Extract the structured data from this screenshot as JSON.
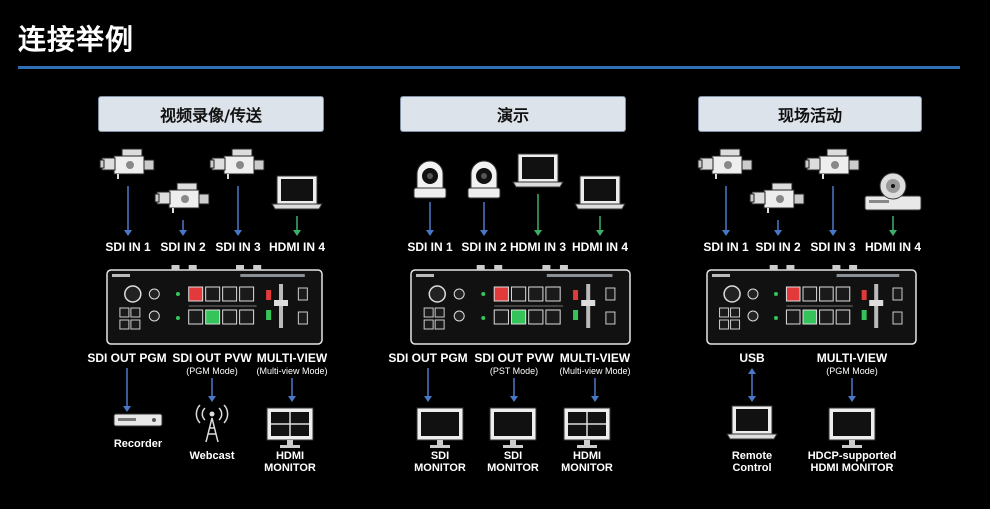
{
  "page": {
    "title": "连接举例"
  },
  "colors": {
    "accent": "#2f6fb5",
    "arrow_blue": "#4a78c8",
    "arrow_green": "#3cb06a",
    "header_bg": "#dde3ea",
    "pgm_red": "#e23a3a",
    "pvw_green": "#35c45a"
  },
  "sections": [
    {
      "heading": "视频录像/传送",
      "inputs": [
        {
          "label": "SDI IN 1",
          "icon": "video-camera-icon",
          "arrow": "blue"
        },
        {
          "label": "SDI IN 2",
          "icon": "video-camera-icon",
          "arrow": "blue"
        },
        {
          "label": "SDI IN 3",
          "icon": "video-camera-icon",
          "arrow": "blue"
        },
        {
          "label": "HDMI IN 4",
          "icon": "laptop-icon",
          "arrow": "green"
        }
      ],
      "outputs": [
        {
          "label": "SDI OUT PGM",
          "mode": "",
          "device": [
            "Recorder"
          ],
          "icon": "recorder-icon"
        },
        {
          "label": "SDI OUT PVW",
          "mode": "(PGM Mode)",
          "device": [
            "Webcast"
          ],
          "icon": "broadcast-tower-icon"
        },
        {
          "label": "MULTI-VIEW",
          "mode": "(Multi-view Mode)",
          "device": [
            "HDMI",
            "MONITOR"
          ],
          "icon": "multiview-monitor-icon"
        }
      ]
    },
    {
      "heading": "演示",
      "inputs": [
        {
          "label": "SDI IN 1",
          "icon": "ptz-camera-icon",
          "arrow": "blue"
        },
        {
          "label": "SDI IN 2",
          "icon": "ptz-camera-icon",
          "arrow": "blue"
        },
        {
          "label": "HDMI IN 3",
          "icon": "laptop-icon",
          "arrow": "green"
        },
        {
          "label": "HDMI IN 4",
          "icon": "laptop-icon",
          "arrow": "green"
        }
      ],
      "outputs": [
        {
          "label": "SDI OUT PGM",
          "mode": "",
          "device": [
            "SDI",
            "MONITOR"
          ],
          "icon": "monitor-icon"
        },
        {
          "label": "SDI OUT PVW",
          "mode": "(PST Mode)",
          "device": [
            "SDI",
            "MONITOR"
          ],
          "icon": "monitor-icon"
        },
        {
          "label": "MULTI-VIEW",
          "mode": "(Multi-view Mode)",
          "device": [
            "HDMI",
            "MONITOR"
          ],
          "icon": "multiview-monitor-icon"
        }
      ]
    },
    {
      "heading": "现场活动",
      "inputs": [
        {
          "label": "SDI IN 1",
          "icon": "video-camera-icon",
          "arrow": "blue"
        },
        {
          "label": "SDI IN 2",
          "icon": "video-camera-icon",
          "arrow": "blue"
        },
        {
          "label": "SDI IN 3",
          "icon": "video-camera-icon",
          "arrow": "blue"
        },
        {
          "label": "HDMI IN 4",
          "icon": "disc-player-icon",
          "arrow": "green"
        }
      ],
      "outputs": [
        {
          "label": "USB",
          "mode": "",
          "device": [
            "Remote",
            "Control"
          ],
          "icon": "laptop-icon",
          "bidirectional": true
        },
        {
          "label": "MULTI-VIEW",
          "mode": "(PGM Mode)",
          "device": [
            "HDCP-supported",
            "HDMI MONITOR"
          ],
          "icon": "monitor-icon"
        }
      ]
    }
  ]
}
